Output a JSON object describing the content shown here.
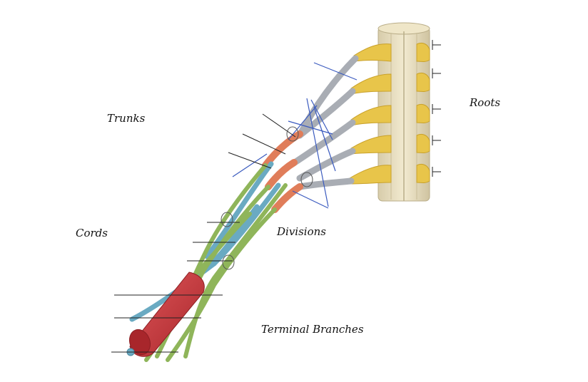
{
  "labels": {
    "trunks": "Trunks",
    "roots": "Roots",
    "cords": "Cords",
    "divisions": "Divisions",
    "terminal_branches": "Terminal Branches"
  },
  "colors": {
    "roots": "#e8c54a",
    "trunks": "#a9adb4",
    "divisions_anterior": "#e07d5a",
    "cords_lateral": "#8fb55a",
    "cords_posterior": "#6aaac2",
    "artery": "#c9353a",
    "spinal_cord": "#e8dfc1",
    "leader_lines": "#222222",
    "blue_lines": "#3b5bbf"
  }
}
